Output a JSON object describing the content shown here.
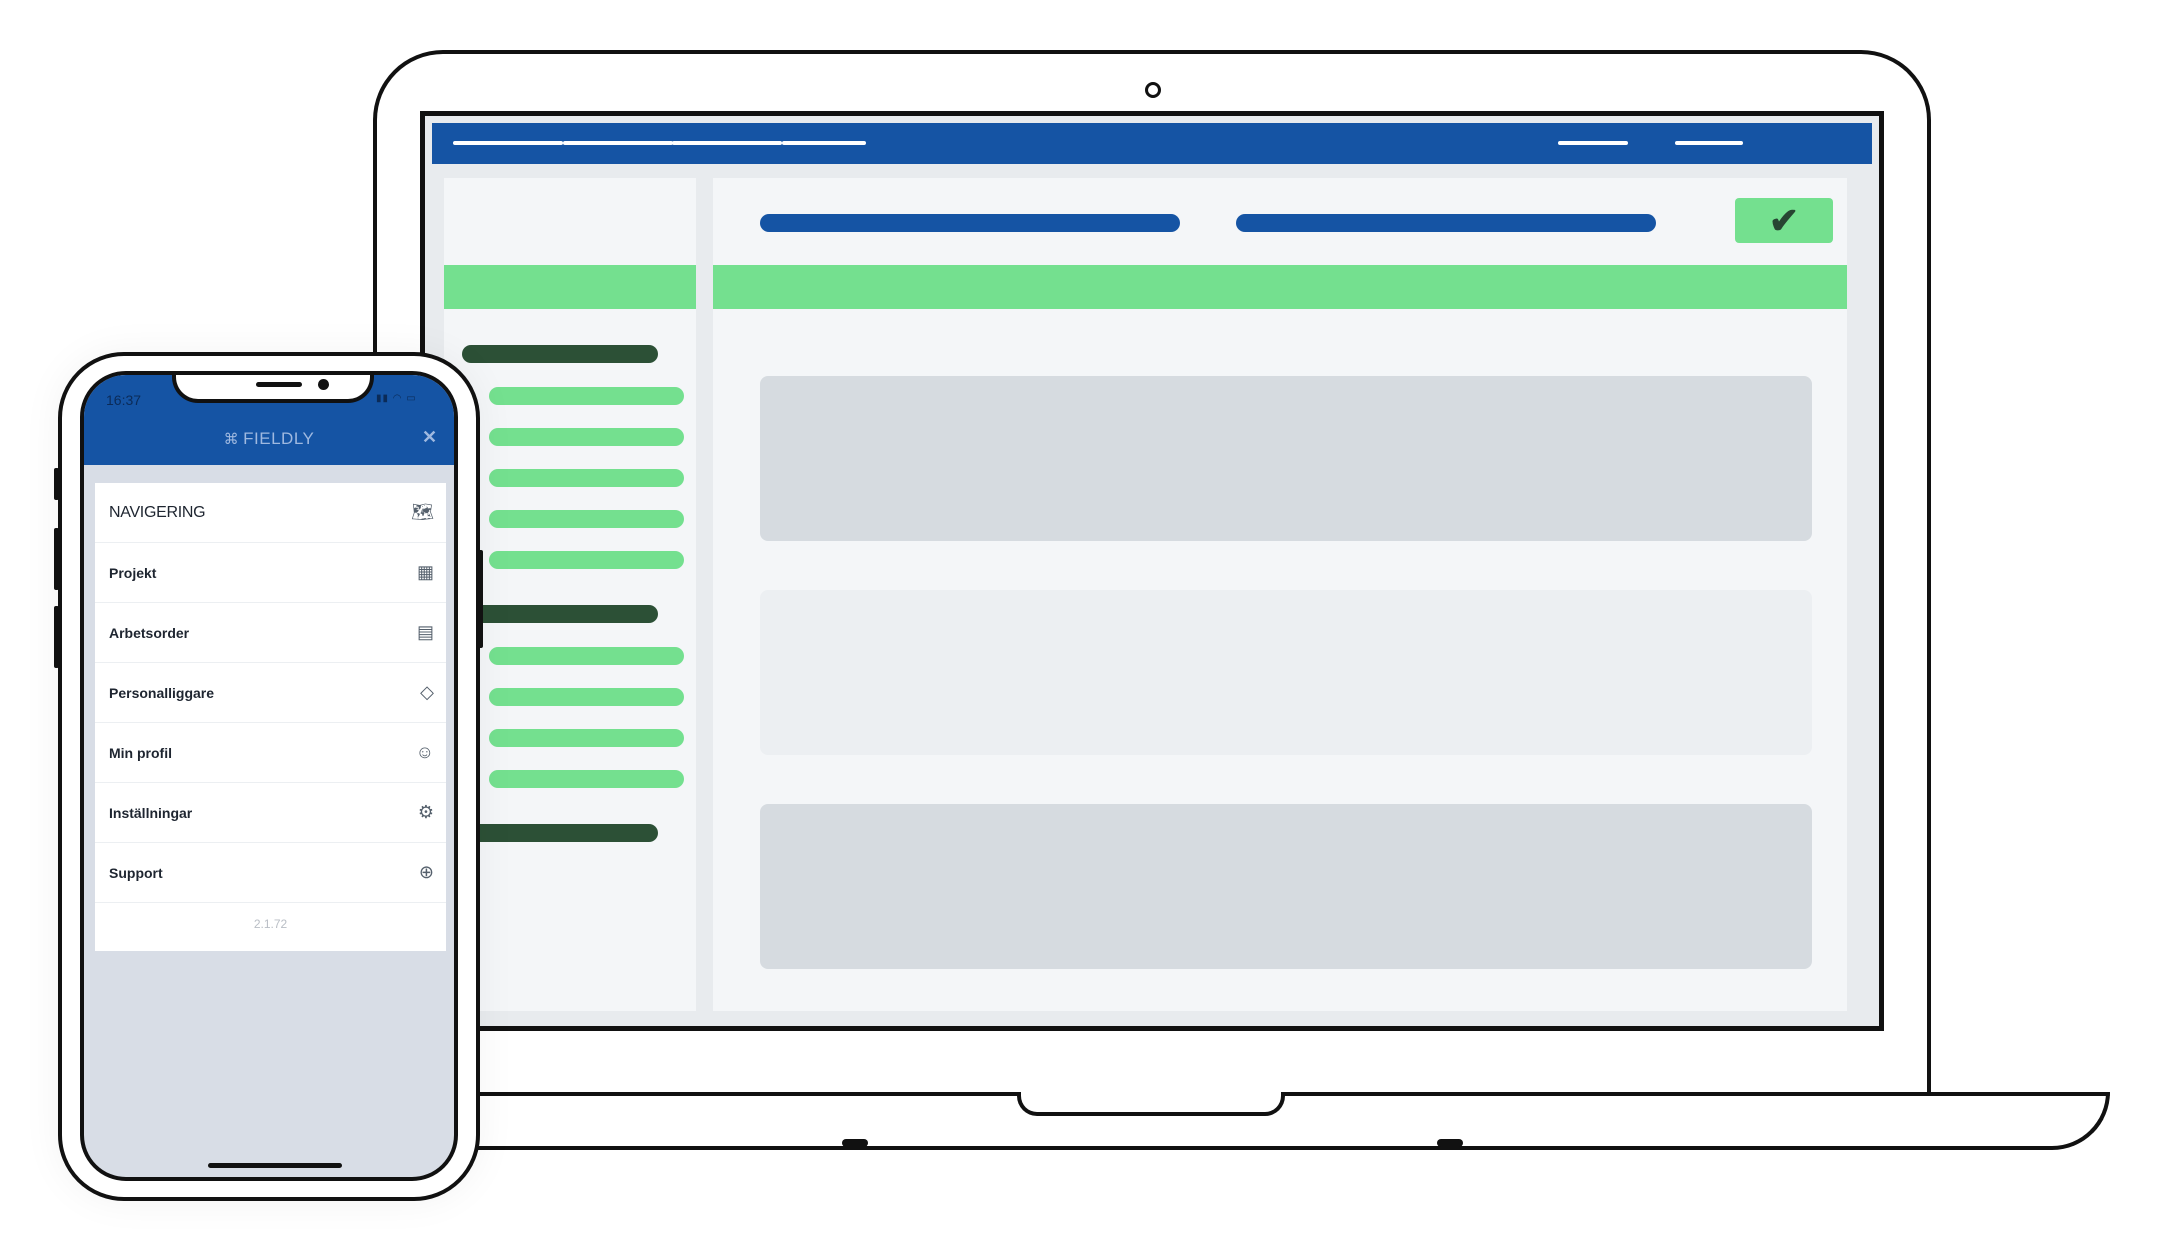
{
  "phone": {
    "status_time": "16:37",
    "status_icons": "▮▮ ◠ ▭",
    "brand_name": "FIELDLY",
    "menu": {
      "heading": "NAVIGERING",
      "items": [
        {
          "label": "Projekt",
          "icon": "calendar-icon"
        },
        {
          "label": "Arbetsorder",
          "icon": "clipboard-icon"
        },
        {
          "label": "Personalliggare",
          "icon": "tag-icon"
        },
        {
          "label": "Min profil",
          "icon": "user-icon"
        },
        {
          "label": "Inställningar",
          "icon": "gear-icon"
        },
        {
          "label": "Support",
          "icon": "lifebuoy-icon"
        }
      ],
      "version": "2.1.72"
    }
  },
  "colors": {
    "brand_blue": "#1554a4",
    "accent_green": "#74e08f",
    "dark_green": "#2c5036",
    "panel_gray": "#f4f6f8",
    "card_gray": "#d6dbe0"
  }
}
